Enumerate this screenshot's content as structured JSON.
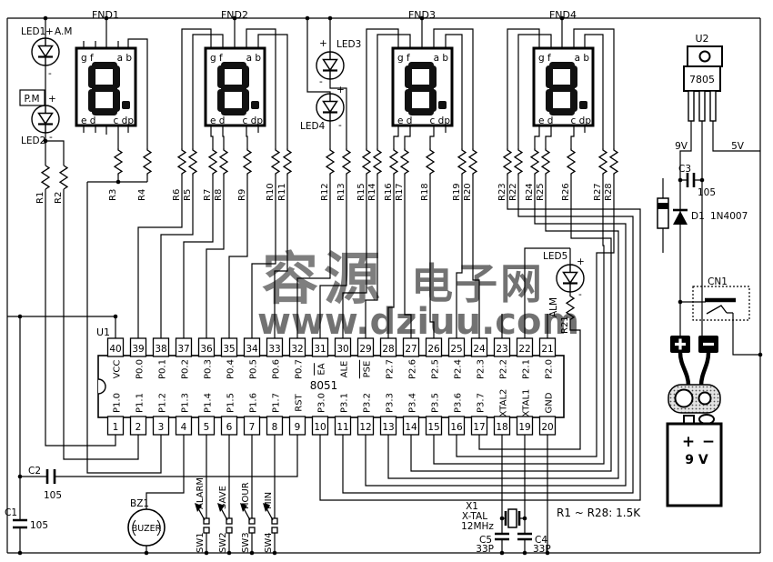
{
  "watermark": {
    "word1": "容源",
    "word2": "电子网",
    "url": "www.dziuu.com",
    "blue": "#94aee8",
    "orange": "#f4bf94",
    "green": "#79c879"
  },
  "displays": [
    {
      "ref": "FND1",
      "tl": "g f",
      "tr": "a b",
      "bl": "e d",
      "br": "c dp",
      "digit": "8."
    },
    {
      "ref": "FND2",
      "tl": "g f",
      "tr": "a b",
      "bl": "e d",
      "br": "c dp",
      "digit": "8."
    },
    {
      "ref": "FND3",
      "tl": "g f",
      "tr": "a b",
      "bl": "e d",
      "br": "c dp",
      "digit": "8."
    },
    {
      "ref": "FND4",
      "tl": "g f",
      "tr": "a b",
      "bl": "e d",
      "br": "c dp",
      "digit": "8."
    }
  ],
  "leds": {
    "led1": {
      "ref": "LED1",
      "plus": "+",
      "minus": "-",
      "tag": "A.M"
    },
    "led2": {
      "ref": "LED2",
      "plus": "+",
      "minus": "-",
      "tag": "P.M"
    },
    "led3": {
      "ref": "LED3",
      "plus": "+",
      "minus": "-"
    },
    "led4": {
      "ref": "LED4",
      "plus": "+",
      "minus": "-"
    },
    "led5": {
      "ref": "LED5",
      "plus": "+",
      "minus": "-",
      "tag": "ALM"
    }
  },
  "resistors": [
    "R1",
    "R2",
    "R3",
    "R4",
    "R6",
    "R5",
    "R7",
    "R8",
    "R9",
    "R10",
    "R11",
    "R12",
    "R13",
    "R15",
    "R14",
    "R16",
    "R17",
    "R18",
    "R19",
    "R20",
    "R23",
    "R22",
    "R24",
    "R25",
    "R26",
    "R27",
    "R28",
    "R21"
  ],
  "note": "R1 ~ R28: 1.5K",
  "ic": {
    "ref": "U1",
    "part": "8051",
    "top_pins": [
      {
        "n": "40",
        "label": "VCC"
      },
      {
        "n": "39",
        "label": "P0.0"
      },
      {
        "n": "38",
        "label": "P0.1"
      },
      {
        "n": "37",
        "label": "P0.2"
      },
      {
        "n": "36",
        "label": "P0.3"
      },
      {
        "n": "35",
        "label": "P0.4"
      },
      {
        "n": "34",
        "label": "P0.5"
      },
      {
        "n": "33",
        "label": "P0.6"
      },
      {
        "n": "32",
        "label": "P0.7"
      },
      {
        "n": "31",
        "label": "EA",
        "bar": true
      },
      {
        "n": "30",
        "label": "ALE"
      },
      {
        "n": "29",
        "label": "PSE",
        "bar": true
      },
      {
        "n": "28",
        "label": "P2.7"
      },
      {
        "n": "27",
        "label": "P2.6"
      },
      {
        "n": "26",
        "label": "P2.5"
      },
      {
        "n": "25",
        "label": "P2.4"
      },
      {
        "n": "24",
        "label": "P2.3"
      },
      {
        "n": "23",
        "label": "P2.2"
      },
      {
        "n": "22",
        "label": "P2.1"
      },
      {
        "n": "21",
        "label": "P2.0"
      }
    ],
    "bottom_pins": [
      {
        "n": "1",
        "label": "P1.0"
      },
      {
        "n": "2",
        "label": "P1.1"
      },
      {
        "n": "3",
        "label": "P1.2"
      },
      {
        "n": "4",
        "label": "P1.3"
      },
      {
        "n": "5",
        "label": "P1.4"
      },
      {
        "n": "6",
        "label": "P1.5"
      },
      {
        "n": "7",
        "label": "P1.6"
      },
      {
        "n": "8",
        "label": "P1.7"
      },
      {
        "n": "9",
        "label": "RST"
      },
      {
        "n": "10",
        "label": "P3.0"
      },
      {
        "n": "11",
        "label": "P3.1"
      },
      {
        "n": "12",
        "label": "P3.2"
      },
      {
        "n": "13",
        "label": "P3.3"
      },
      {
        "n": "14",
        "label": "P3.4"
      },
      {
        "n": "15",
        "label": "P3.5"
      },
      {
        "n": "16",
        "label": "P3.6"
      },
      {
        "n": "17",
        "label": "P3.7"
      },
      {
        "n": "18",
        "label": "XTAL2"
      },
      {
        "n": "19",
        "label": "XTAL1"
      },
      {
        "n": "20",
        "label": "GND"
      }
    ]
  },
  "regulator": {
    "ref": "U2",
    "part": "7805",
    "in_label": "9V",
    "out_label": "5V"
  },
  "diode": {
    "ref": "D1",
    "part": "1N4007"
  },
  "connector": {
    "ref": "CN1"
  },
  "battery": {
    "plus": "+",
    "minus": "−",
    "label": "9 V"
  },
  "caps": {
    "c1_ref": "C1",
    "c1_val": "105",
    "c2_ref": "C2",
    "c2_val": "105",
    "c3_ref": "C3",
    "c3_val": "105",
    "c4_ref": "C4",
    "c4_val": "33P",
    "c5_ref": "C5",
    "c5_val": "33P"
  },
  "crystal": {
    "ref": "X1",
    "name": "X-TAL",
    "freq": "12MHz"
  },
  "buzzer": {
    "ref": "BZ1",
    "label": "BUZER"
  },
  "switches": [
    {
      "ref": "SW1",
      "label": "ALARM"
    },
    {
      "ref": "SW2",
      "label": "SAVE"
    },
    {
      "ref": "SW3",
      "label": "HOUR"
    },
    {
      "ref": "SW4",
      "label": "MIN"
    }
  ]
}
